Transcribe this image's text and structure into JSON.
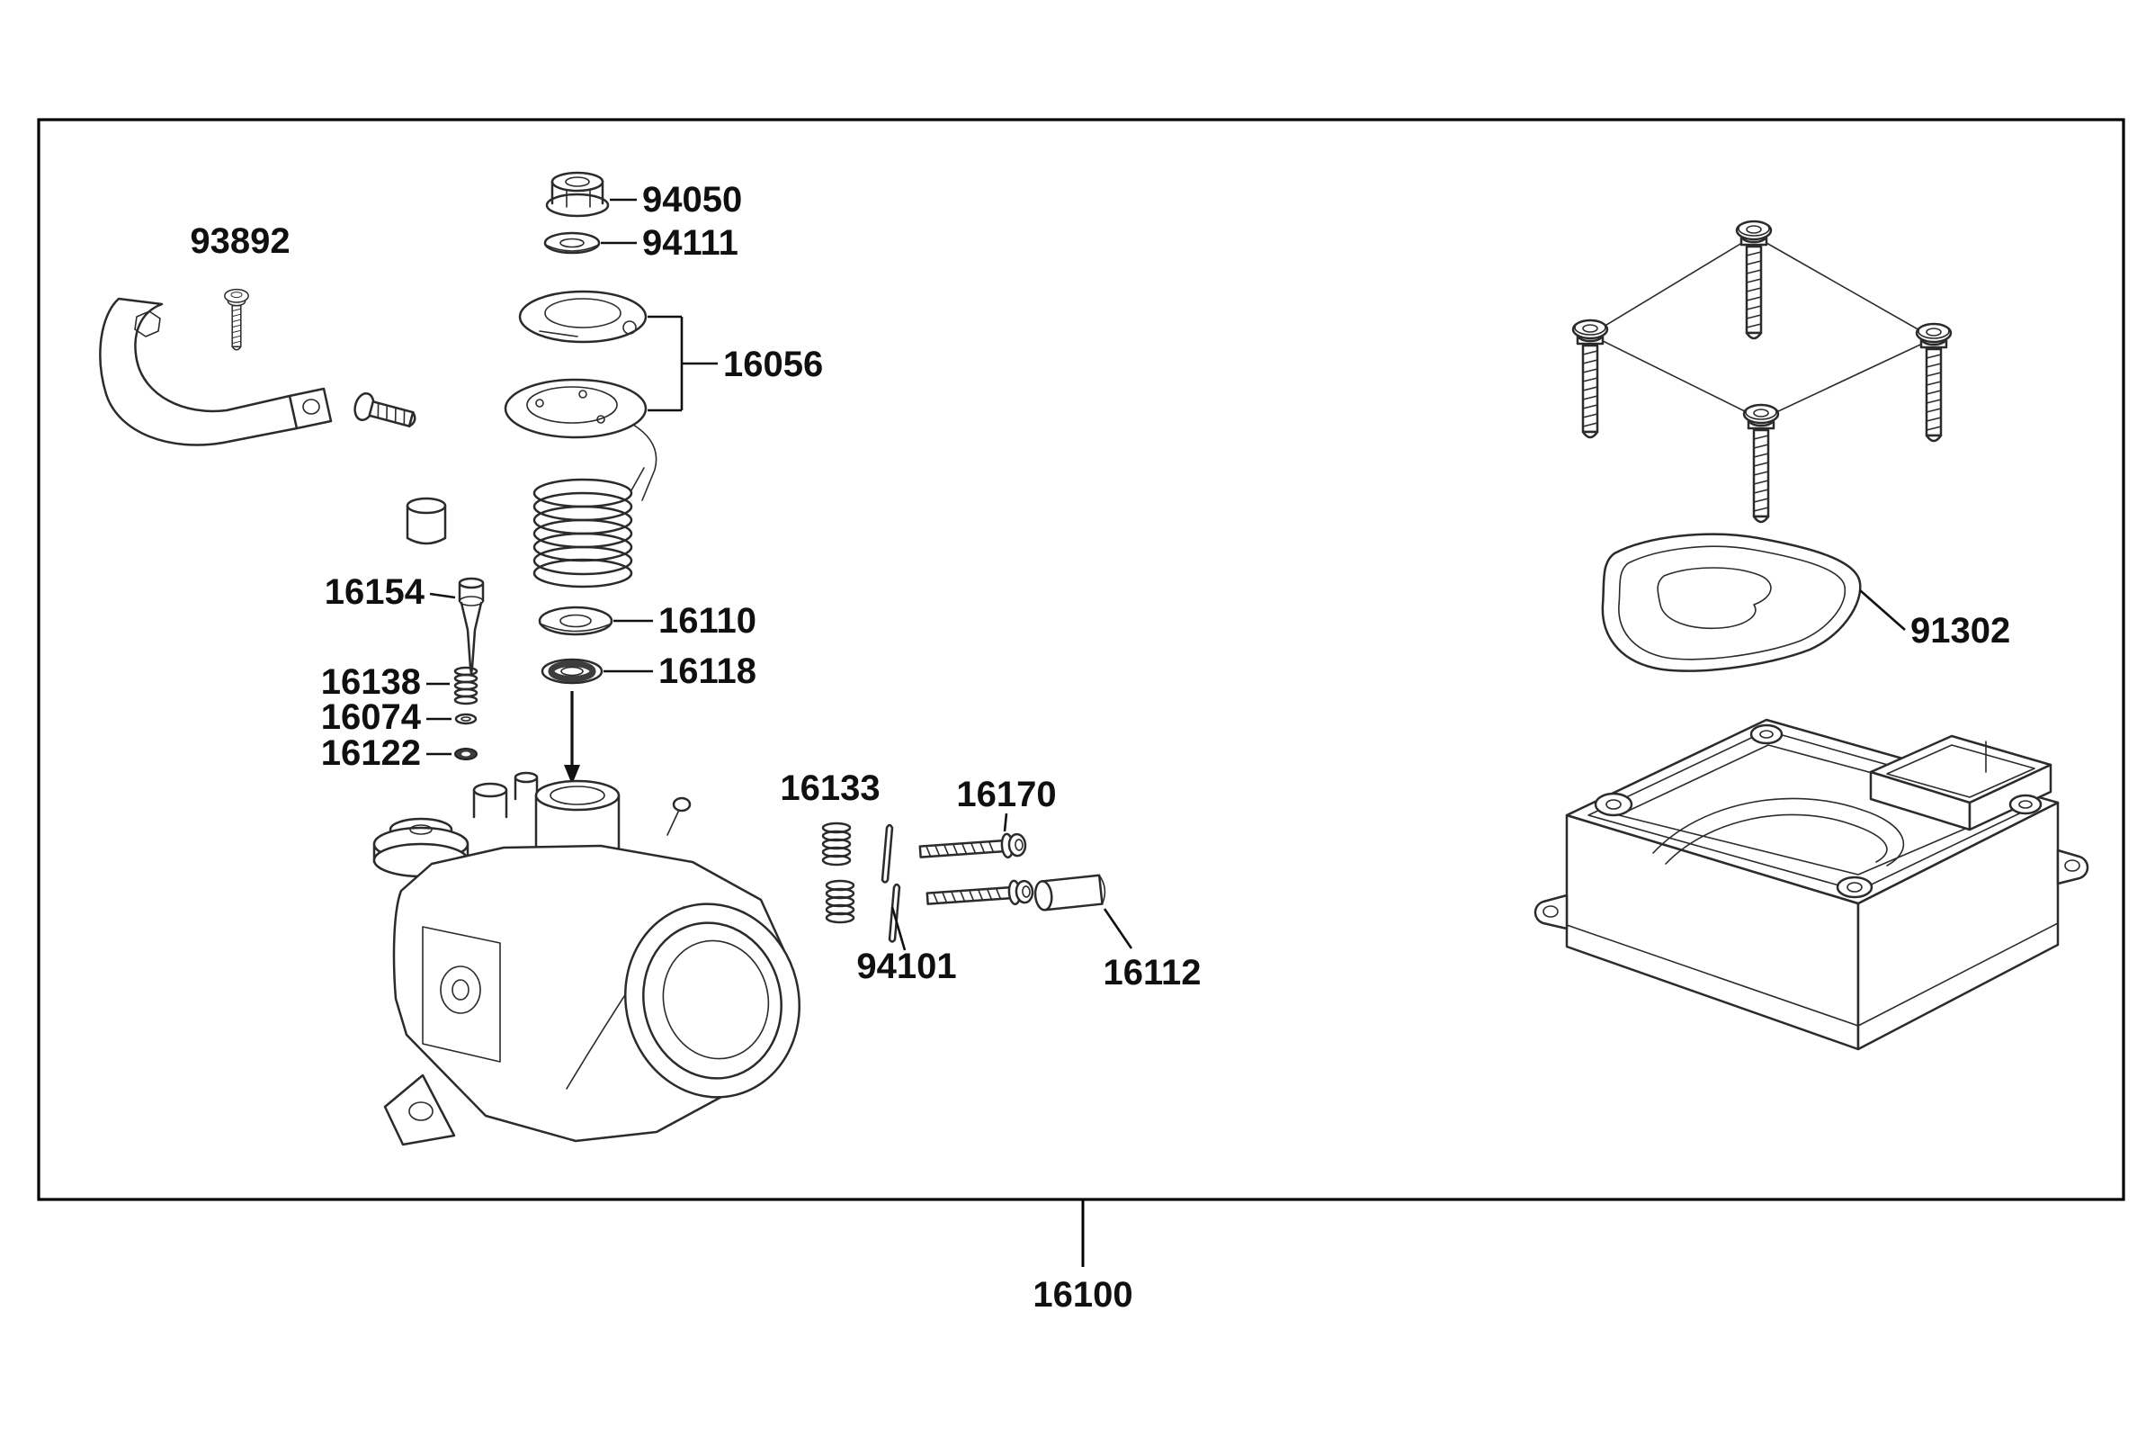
{
  "colors": {
    "ink": "#1f1f1f",
    "background": "#ffffff"
  },
  "labels": {
    "bracket": "93892",
    "nut": "94050",
    "washer_top": "94111",
    "top_cover_set": "16056",
    "needle": "16154",
    "washer_mid": "16110",
    "seal": "16118",
    "small_spring": "16138",
    "o_ring": "16074",
    "snap_ring": "16122",
    "spring_pair": "16133",
    "screw_pair": "16170",
    "rod": "94101",
    "cap": "16112",
    "gasket": "91302",
    "assembly": "16100"
  }
}
